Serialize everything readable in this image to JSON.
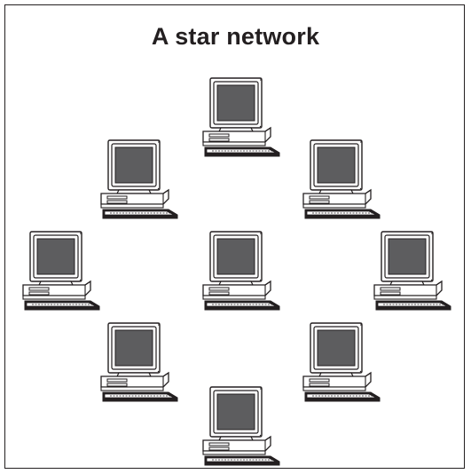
{
  "diagram": {
    "title": "A star network",
    "nodes": [
      {
        "id": "top",
        "icon": "computer-icon"
      },
      {
        "id": "upper-left",
        "icon": "computer-icon"
      },
      {
        "id": "upper-right",
        "icon": "computer-icon"
      },
      {
        "id": "left",
        "icon": "computer-icon"
      },
      {
        "id": "center",
        "icon": "computer-icon"
      },
      {
        "id": "right",
        "icon": "computer-icon"
      },
      {
        "id": "lower-left",
        "icon": "computer-icon"
      },
      {
        "id": "lower-right",
        "icon": "computer-icon"
      },
      {
        "id": "bottom",
        "icon": "computer-icon"
      }
    ],
    "colors": {
      "outline": "#231f20",
      "screen": "#5d5d5f",
      "case": "#ffffff"
    }
  }
}
